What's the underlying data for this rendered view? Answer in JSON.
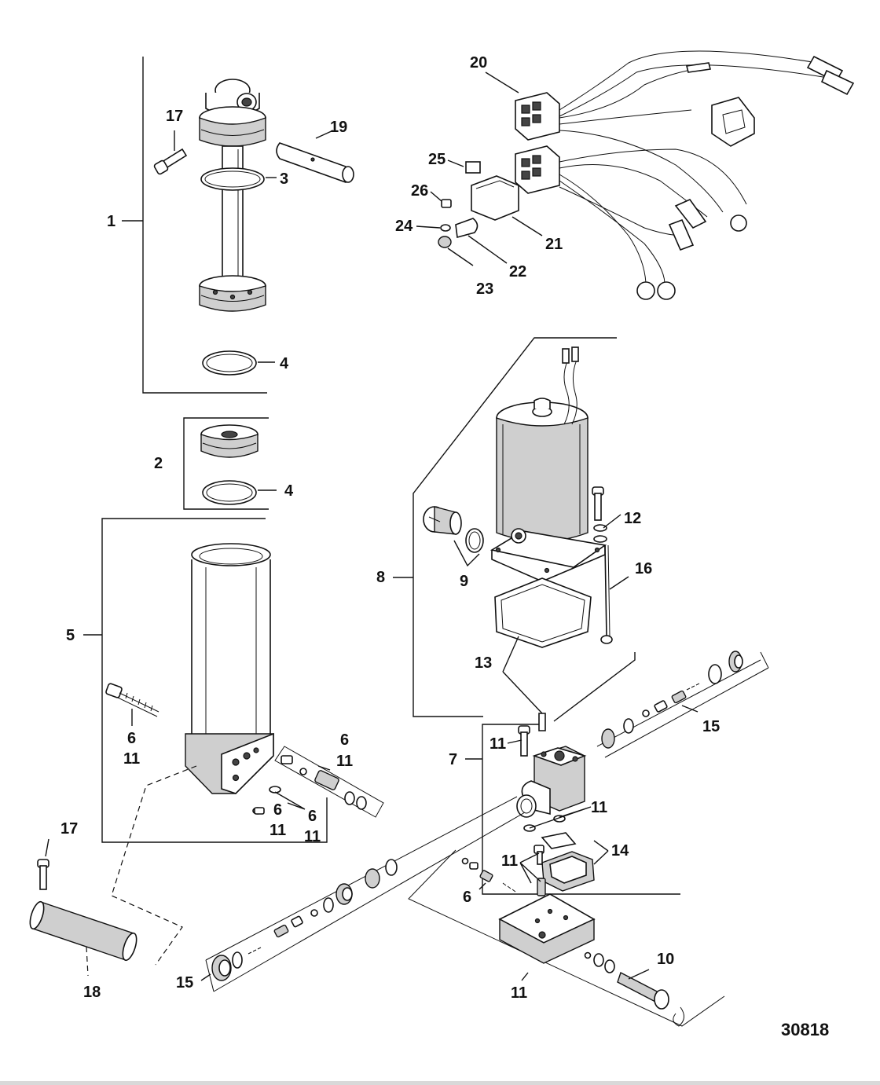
{
  "figure_number": "30818",
  "callouts": {
    "c1": "1",
    "c2": "2",
    "c3": "3",
    "c4a": "4",
    "c4b": "4",
    "c5": "5",
    "c6a": "6",
    "c11a": "11",
    "c6b": "6",
    "c11b": "11",
    "c6c": "6",
    "c11c": "11",
    "c6d": "6",
    "c11d": "11",
    "c6e": "6",
    "c7": "7",
    "c8": "8",
    "c9": "9",
    "c10": "10",
    "c11e": "11",
    "c11f": "11",
    "c11g": "11",
    "c11h": "11",
    "c12": "12",
    "c13": "13",
    "c14": "14",
    "c15a": "15",
    "c15b": "15",
    "c16": "16",
    "c17a": "17",
    "c17b": "17",
    "c18": "18",
    "c19": "19",
    "c20": "20",
    "c21": "21",
    "c22": "22",
    "c23": "23",
    "c24": "24",
    "c25": "25",
    "c26": "26"
  }
}
